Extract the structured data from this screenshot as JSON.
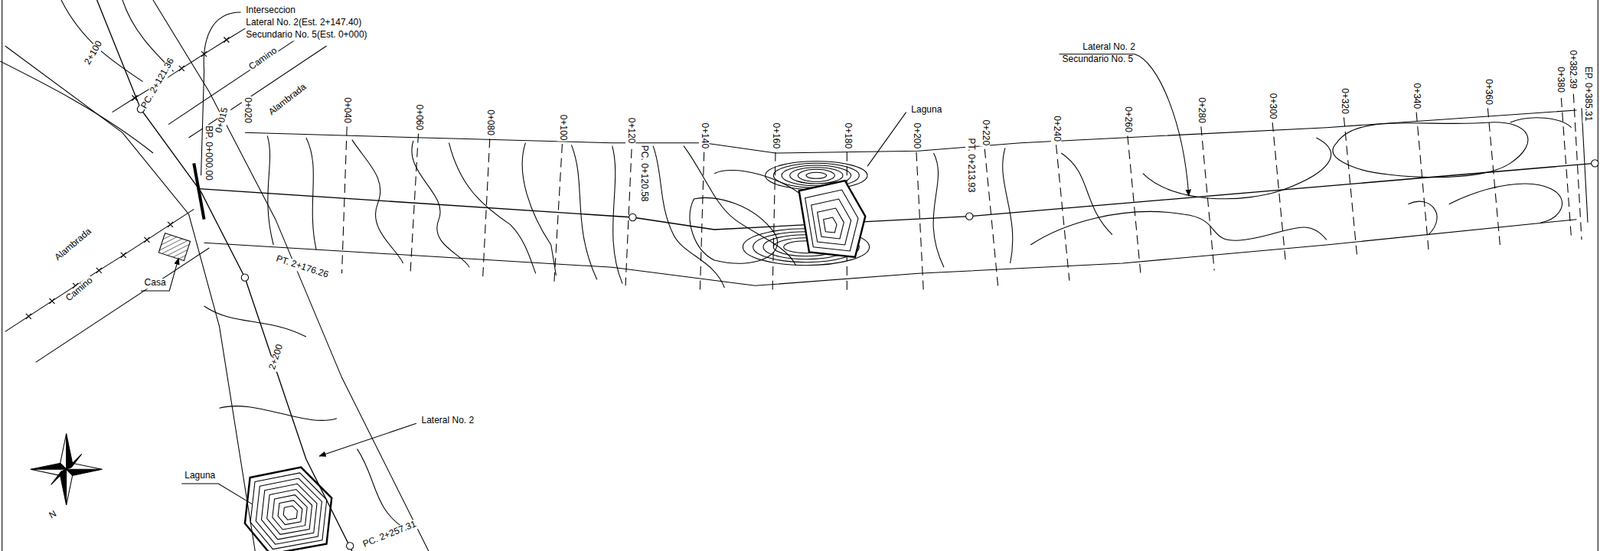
{
  "diagram": {
    "labels": [
      "Interseccion",
      "Lateral No. 2(Est. 2+147.40)",
      "Secundario No. 5(Est. 0+000)",
      "2+100",
      "PC. 2+121.36",
      "Camino",
      "Alambrada",
      "0+015",
      "BP. 0+000.00",
      "0+020",
      "0+040",
      "0+060",
      "0+080",
      "0+100",
      "0+120",
      "PC. 0+120.58",
      "0+140",
      "0+160",
      "0+180",
      "0+200",
      "Laguna",
      "PT. 0+213.93",
      "0+220",
      "0+240",
      "0+260",
      "0+280",
      "0+300",
      "0+320",
      "0+340",
      "0+360",
      "0+380",
      "0+382.39",
      "EP. 0+385.31",
      "Lateral No. 2",
      "Secundario No. 5",
      "Alambrada",
      "Camino",
      "Casa",
      "PT. 2+176.26",
      "2+200",
      "Lateral No. 2",
      "Laguna",
      "PC. 2+257.31",
      "N"
    ]
  }
}
